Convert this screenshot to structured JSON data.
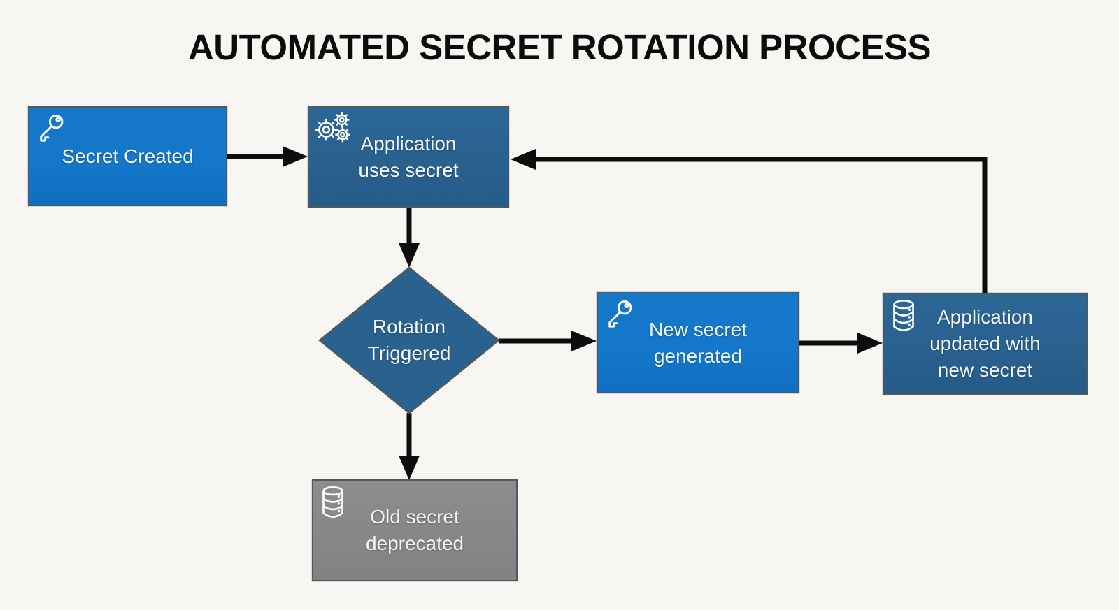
{
  "title": "AUTOMATED SECRET ROTATION PROCESS",
  "colors": {
    "background": "#f7f6f3",
    "bright_blue": "#1477c9",
    "dark_blue": "#29618f",
    "gray": "#878787",
    "node_border": "#4d5a60",
    "arrow": "#0d0d0d",
    "node_text": "#f2f6f9",
    "title_text": "#0c0c0c"
  },
  "nodes": [
    {
      "id": "secret-created",
      "label": "Secret Created",
      "icon": "key-icon",
      "shape": "rectangle",
      "fill": "bright_blue"
    },
    {
      "id": "application-uses-secret",
      "label": "Application uses secret",
      "icon": "gears-icon",
      "shape": "rectangle",
      "fill": "dark_blue"
    },
    {
      "id": "rotation-triggered",
      "label": "Rotation Triggered",
      "icon": "none",
      "shape": "diamond",
      "fill": "dark_blue"
    },
    {
      "id": "new-secret-generated",
      "label": "New secret generated",
      "icon": "key-icon",
      "shape": "rectangle",
      "fill": "bright_blue"
    },
    {
      "id": "application-updated-with-new-secret",
      "label": "Application updated with new secret",
      "icon": "database-icon",
      "shape": "rectangle",
      "fill": "dark_blue"
    },
    {
      "id": "old-secret-deprecated",
      "label": "Old secret deprecated",
      "icon": "database-icon",
      "shape": "rectangle",
      "fill": "gray"
    }
  ],
  "edges": [
    {
      "from": "secret-created",
      "to": "application-uses-secret"
    },
    {
      "from": "application-uses-secret",
      "to": "rotation-triggered"
    },
    {
      "from": "rotation-triggered",
      "to": "new-secret-generated"
    },
    {
      "from": "rotation-triggered",
      "to": "old-secret-deprecated"
    },
    {
      "from": "new-secret-generated",
      "to": "application-updated-with-new-secret"
    },
    {
      "from": "application-updated-with-new-secret",
      "to": "application-uses-secret"
    }
  ]
}
